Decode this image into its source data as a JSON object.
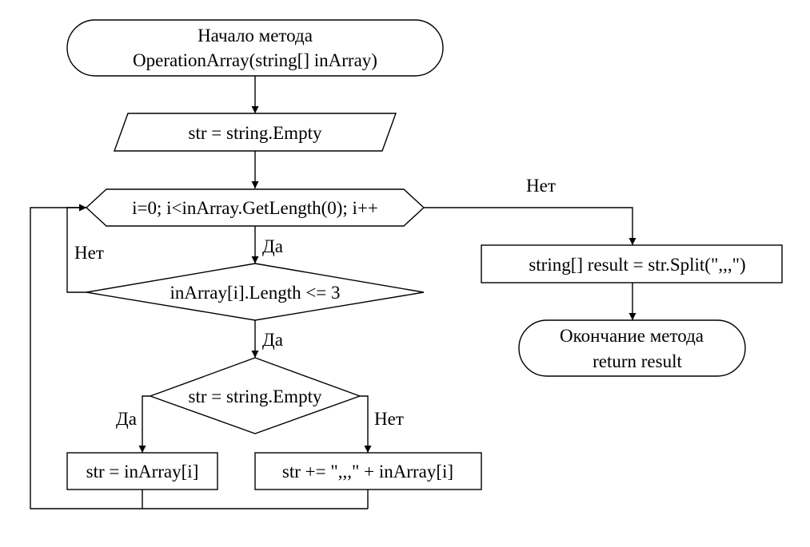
{
  "start": {
    "line1": "Начало метода",
    "line2": "OperationArray(string[] inArray)"
  },
  "init": {
    "text": "str = string.Empty"
  },
  "loop": {
    "text": "i=0; i<inArray.GetLength(0); i++"
  },
  "condition_length": {
    "text": "inArray[i].Length <= 3"
  },
  "condition_empty": {
    "text": "str = string.Empty"
  },
  "assign_first": {
    "text": "str = inArray[i]"
  },
  "assign_append": {
    "text": "str += \",,,\" + inArray[i]"
  },
  "split": {
    "text": "string[] result = str.Split(\",,,\")"
  },
  "end": {
    "line1": "Окончание метода",
    "line2": "return result"
  },
  "labels": {
    "yes_loop": "Да",
    "no_loop": "Нет",
    "yes_length": "Да",
    "no_length": "Нет",
    "yes_empty": "Да",
    "no_empty": "Нет"
  }
}
